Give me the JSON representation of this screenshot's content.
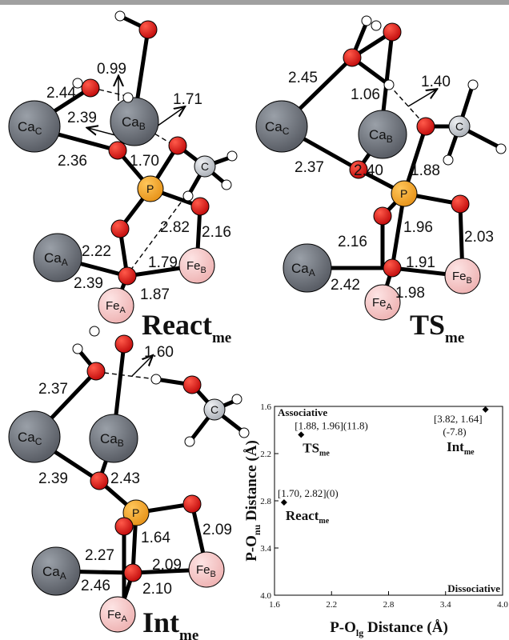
{
  "panels": {
    "react": {
      "label": "React",
      "sub": "me"
    },
    "ts": {
      "label": "TS",
      "sub": "me"
    },
    "int": {
      "label": "Int",
      "sub": "me"
    }
  },
  "atoms": {
    "ca": "Ca",
    "fe": "Fe",
    "p": "P",
    "c": "C",
    "sub_a": "A",
    "sub_b": "B",
    "sub_c": "C"
  },
  "react_distances": [
    "0.99",
    "2.44",
    "2.39",
    "1.71",
    "2.36",
    "1.70",
    "2.82",
    "2.16",
    "2.22",
    "1.79",
    "2.39",
    "1.87"
  ],
  "ts_distances": [
    "2.45",
    "1.06",
    "1.40",
    "2.37",
    "2.40",
    "1.88",
    "1.96",
    "2.03",
    "2.16",
    "1.91",
    "2.42",
    "1.98"
  ],
  "int_distances": [
    "1.60",
    "2.37",
    "2.39",
    "2.43",
    "1.64",
    "2.09",
    "2.27",
    "2.09",
    "2.46",
    "2.10"
  ],
  "chart_data": {
    "type": "scatter",
    "xlabel_main": "P-O",
    "xlabel_sub": "lg",
    "xlabel_tail": " Distance (Å)",
    "ylabel_main": "P-O",
    "ylabel_sub": "nu",
    "ylabel_tail": " Distance (Å)",
    "xlim": [
      1.6,
      4.0
    ],
    "ylim": [
      1.6,
      4.0
    ],
    "y_inverted": true,
    "x_ticks": [
      "1.6",
      "2.2",
      "2.8",
      "3.4",
      "4.0"
    ],
    "y_ticks": [
      "1.6",
      "2.2",
      "2.8",
      "3.4",
      "4.0"
    ],
    "corner_labels": {
      "top_left": "Associative",
      "bottom_right": "Dissociative"
    },
    "points": [
      {
        "x": 1.88,
        "y": 1.96,
        "coord_label": "[1.88, 1.96]",
        "energy": "(11.8)",
        "name": "TS",
        "sub": "me"
      },
      {
        "x": 3.82,
        "y": 1.64,
        "coord_label": "[3.82, 1.64]",
        "energy": "(-7.8)",
        "name": "Int",
        "sub": "me"
      },
      {
        "x": 1.7,
        "y": 2.82,
        "coord_label": "[1.70, 2.82]",
        "energy": "(0)",
        "name": "React",
        "sub": "me"
      }
    ]
  },
  "colors": {
    "top_bar": "#a0a0a0",
    "ca": "#6d7178",
    "fe": "#f4c5c5",
    "p": "#f0a42a",
    "o": "#e01616",
    "c": "#c8ccd2",
    "h": "#ffffff"
  }
}
